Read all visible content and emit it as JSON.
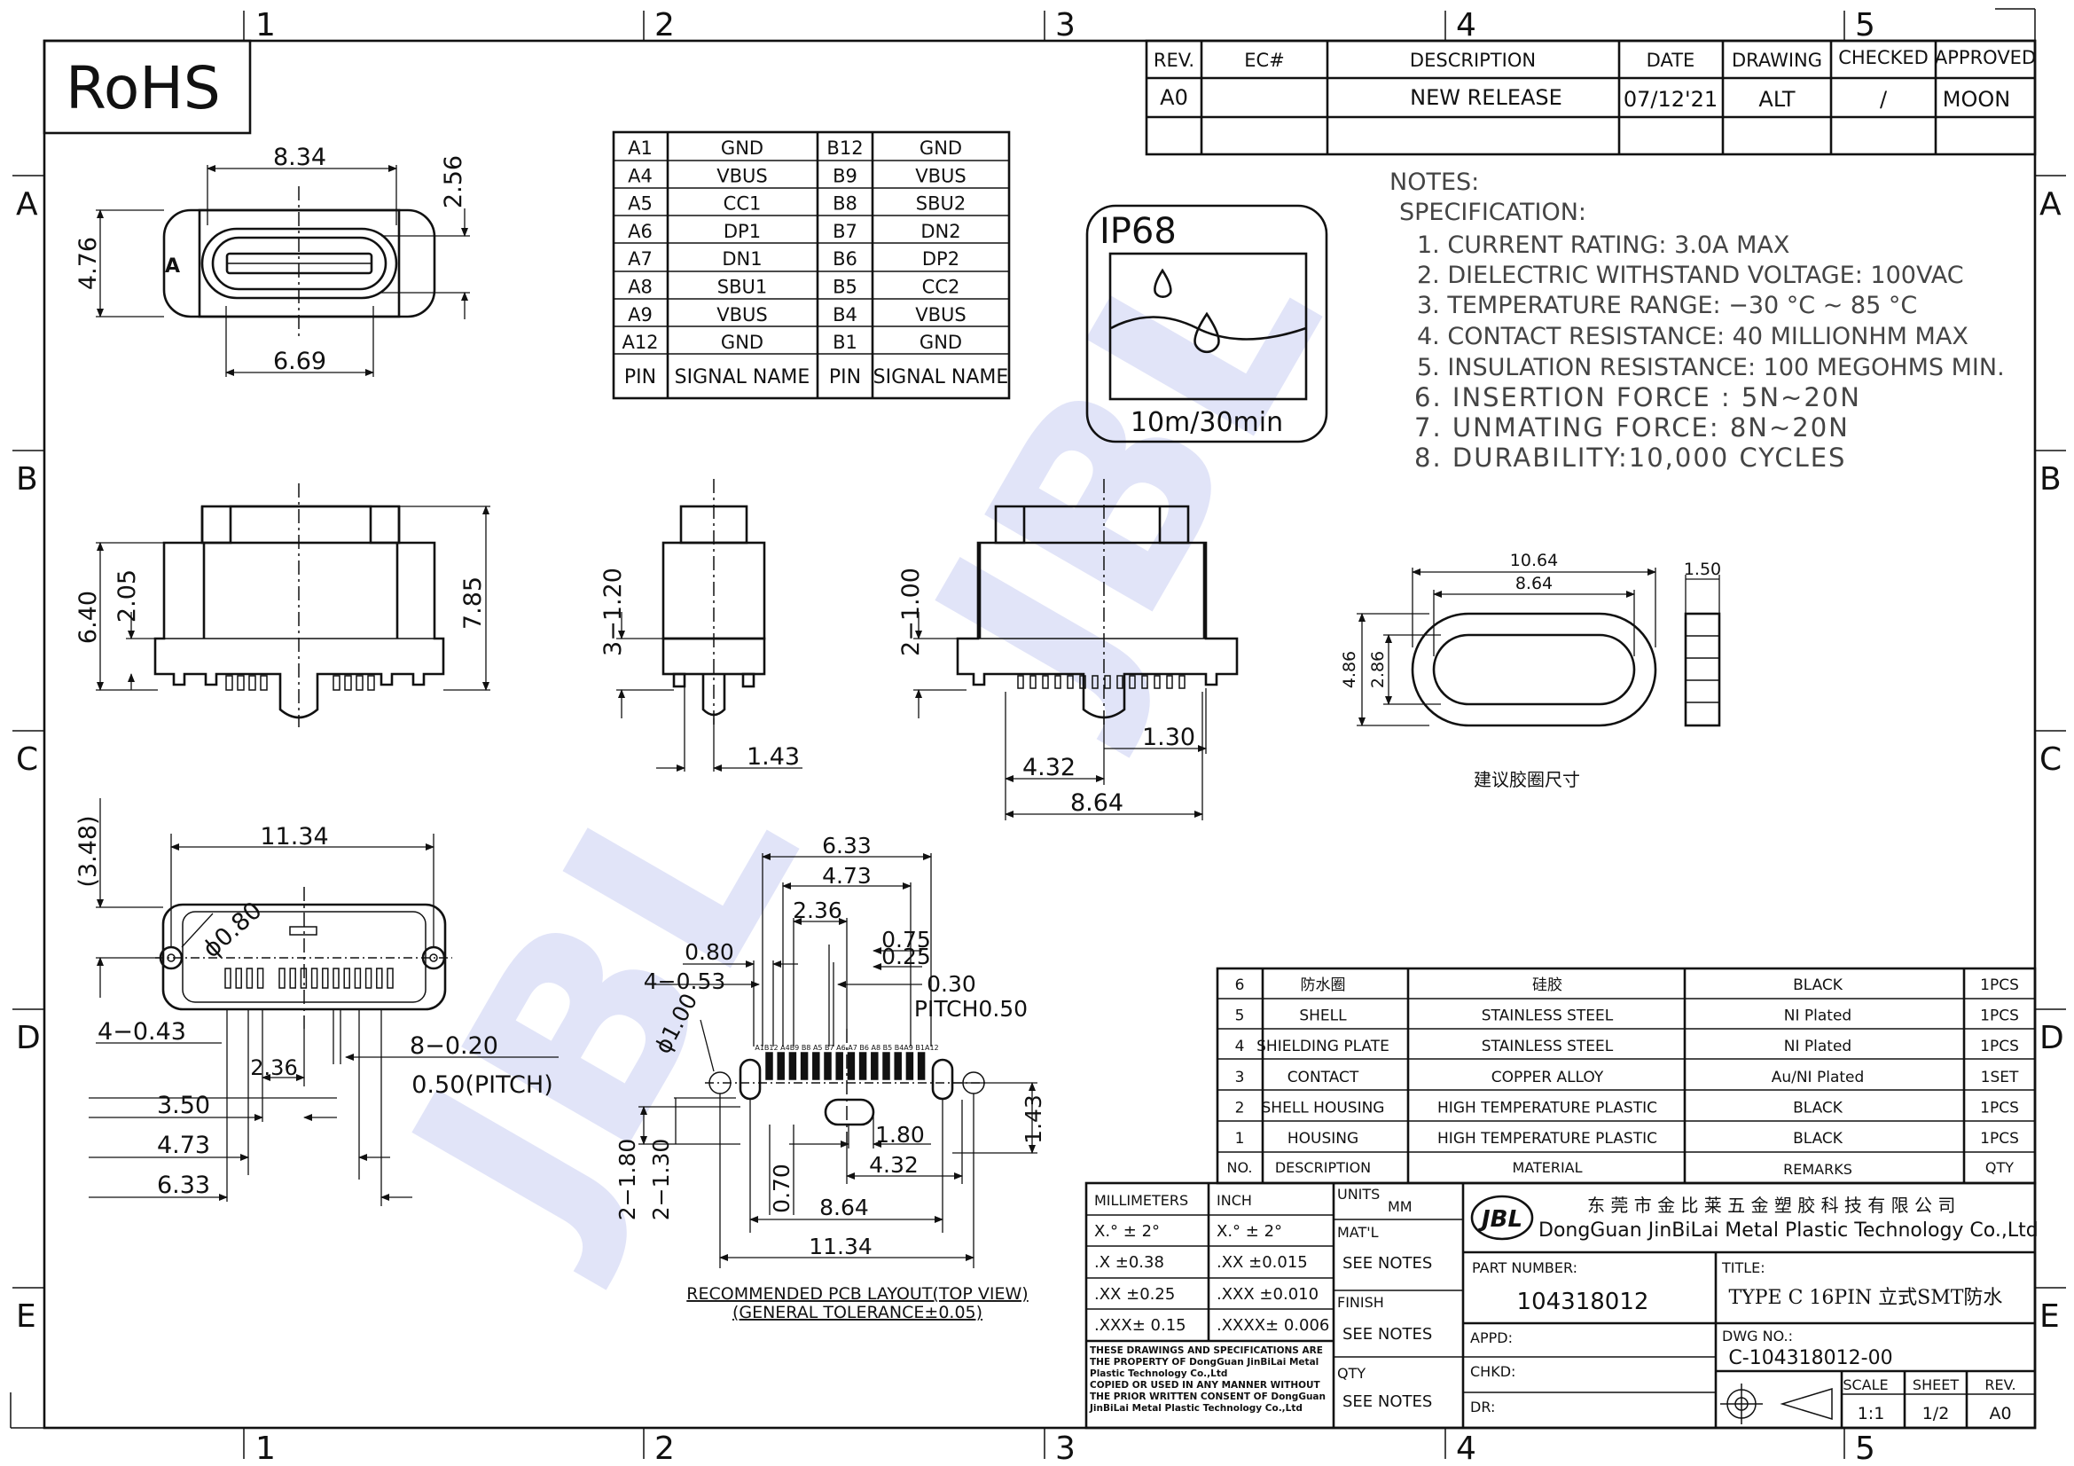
{
  "rohs": "RoHS",
  "zone_columns": [
    "1",
    "2",
    "3",
    "4",
    "5"
  ],
  "zone_rows": [
    "A",
    "B",
    "C",
    "D",
    "E"
  ],
  "watermark": "JBL",
  "revision_block": {
    "headers": [
      "REV.",
      "EC#",
      "DESCRIPTION",
      "DATE",
      "DRAWING",
      "CHECKED",
      "APPROVED"
    ],
    "row": [
      "A0",
      "",
      "NEW RELEASE",
      "07/12'21",
      "ALT",
      "/",
      "MOON"
    ]
  },
  "pin_table": {
    "rows": [
      [
        "A1",
        "GND",
        "B12",
        "GND"
      ],
      [
        "A4",
        "VBUS",
        "B9",
        "VBUS"
      ],
      [
        "A5",
        "CC1",
        "B8",
        "SBU2"
      ],
      [
        "A6",
        "DP1",
        "B7",
        "DN2"
      ],
      [
        "A7",
        "DN1",
        "B6",
        "DP2"
      ],
      [
        "A8",
        "SBU1",
        "B5",
        "CC2"
      ],
      [
        "A9",
        "VBUS",
        "B4",
        "VBUS"
      ],
      [
        "A12",
        "GND",
        "B1",
        "GND"
      ]
    ],
    "header": [
      "PIN",
      "SIGNAL NAME",
      "PIN",
      "SIGNAL NAME"
    ]
  },
  "ip_badge": {
    "title": "IP68",
    "caption": "10m/30min"
  },
  "notes": {
    "heading": "NOTES:",
    "subheading": "SPECIFICATION:",
    "items": [
      "1. CURRENT RATING: 3.0A MAX",
      "2. DIELECTRIC WITHSTAND VOLTAGE: 100VAC",
      "3. TEMPERATURE RANGE: −30 °C ~ 85 °C",
      "4. CONTACT RESISTANCE: 40 MILLIONHM MAX",
      "5. INSULATION RESISTANCE: 100 MEGOHMS MIN.",
      "6. INSERTION FORCE : 5N~20N",
      "7. UNMATING FORCE: 8N~20N",
      "8. DURABILITY:10,000 CYCLES"
    ]
  },
  "top_view": {
    "side_mark": "A",
    "dims": [
      "8.34",
      "2.56",
      "4.76",
      "6.69"
    ]
  },
  "front_view": {
    "dims": [
      "6.40",
      "2.05",
      "7.85"
    ]
  },
  "side_view": {
    "dims": [
      "3−1.20",
      "1.43"
    ]
  },
  "rear_view": {
    "dims": [
      "2−1.00",
      "1.30",
      "4.32",
      "8.64"
    ]
  },
  "gasket": {
    "dims": [
      "10.64",
      "8.64",
      "1.50",
      "4.86",
      "2.86"
    ],
    "caption": "建议胶圈尺寸"
  },
  "bottom_view": {
    "dims": [
      "(3.48)",
      "11.34",
      "ϕ0.80",
      "4−0.43",
      "2.36",
      "8−0.20",
      "0.50(PITCH)",
      "3.50",
      "4.73",
      "6.33"
    ]
  },
  "pcb_layout": {
    "dims": [
      "6.33",
      "4.73",
      "2.36",
      "0.80",
      "0.75",
      "0.25",
      "4−0.53",
      "ϕ1.00",
      "0.30",
      "PITCH0.50",
      "1.80",
      "2−1.80",
      "2−1.30",
      "0.70",
      "4.32",
      "1.43",
      "8.64",
      "11.34"
    ],
    "pin_labels": "A1B12 A4B9 B8 A5 B7 A6 A7 B6 A8 B5 B4A9 B1A12",
    "caption_1": "RECOMMENDED PCB LAYOUT(TOP VIEW)",
    "caption_2": "(GENERAL TOLERANCE±0.05)"
  },
  "bom": {
    "rows": [
      [
        "6",
        "防水圈",
        "硅胶",
        "BLACK",
        "1PCS"
      ],
      [
        "5",
        "SHELL",
        "STAINLESS STEEL",
        "NI Plated",
        "1PCS"
      ],
      [
        "4",
        "SHIELDING PLATE",
        "STAINLESS STEEL",
        "NI Plated",
        "1PCS"
      ],
      [
        "3",
        "CONTACT",
        "COPPER ALLOY",
        "Au/NI Plated",
        "1SET"
      ],
      [
        "2",
        "SHELL HOUSING",
        "HIGH TEMPERATURE PLASTIC",
        "BLACK",
        "1PCS"
      ],
      [
        "1",
        "HOUSING",
        "HIGH TEMPERATURE PLASTIC",
        "BLACK",
        "1PCS"
      ]
    ],
    "header": [
      "NO.",
      "DESCRIPTION",
      "MATERIAL",
      "REMARKS",
      "QTY"
    ]
  },
  "tolerance": {
    "headers": [
      "MILLIMETERS",
      "INCH"
    ],
    "rows": [
      [
        "X.° ± 2°",
        "X.° ± 2°"
      ],
      [
        ".X  ±0.38",
        ".XX  ±0.015"
      ],
      [
        ".XX  ±0.25",
        ".XXX ±0.010"
      ],
      [
        ".XXX± 0.15",
        ".XXXX± 0.006"
      ]
    ],
    "copyright": [
      "THESE DRAWINGS AND SPECIFICATIONS ARE",
      "THE PROPERTY OF DongGuan JinBiLai Metal",
      "Plastic Technology Co.,Ltd",
      "COPIED OR USED IN ANY MANNER WITHOUT",
      "THE PRIOR WRITTEN CONSENT OF DongGuan",
      "JinBiLai Metal Plastic Technology Co.,Ltd"
    ]
  },
  "title_block": {
    "units_label": "UNITS",
    "units_value": "MM",
    "matl_label": "MAT'L",
    "matl_value": "SEE NOTES",
    "finish_label": "FINISH",
    "finish_value": "SEE NOTES",
    "qty_label": "QTY",
    "qty_value": "SEE NOTES",
    "logo": "JBL",
    "company_cn": "东 莞 市 金 比 莱 五 金 塑 胶 科 技 有 限 公 司",
    "company_en": "DongGuan JinBiLai Metal Plastic Technology Co.,Ltd",
    "part_number_label": "PART NUMBER:",
    "part_number": "104318012",
    "title_label": "TITLE:",
    "title": "TYPE C 16PIN 立式SMT防水",
    "appd_label": "APPD:",
    "chkd_label": "CHKD:",
    "dr_label": "DR:",
    "dwg_label": "DWG NO.:",
    "dwg_no": "C-104318012-00",
    "scale_label": "SCALE",
    "scale": "1:1",
    "sheet_label": "SHEET",
    "sheet": "1/2",
    "rev_label": "REV.",
    "rev": "A0"
  }
}
